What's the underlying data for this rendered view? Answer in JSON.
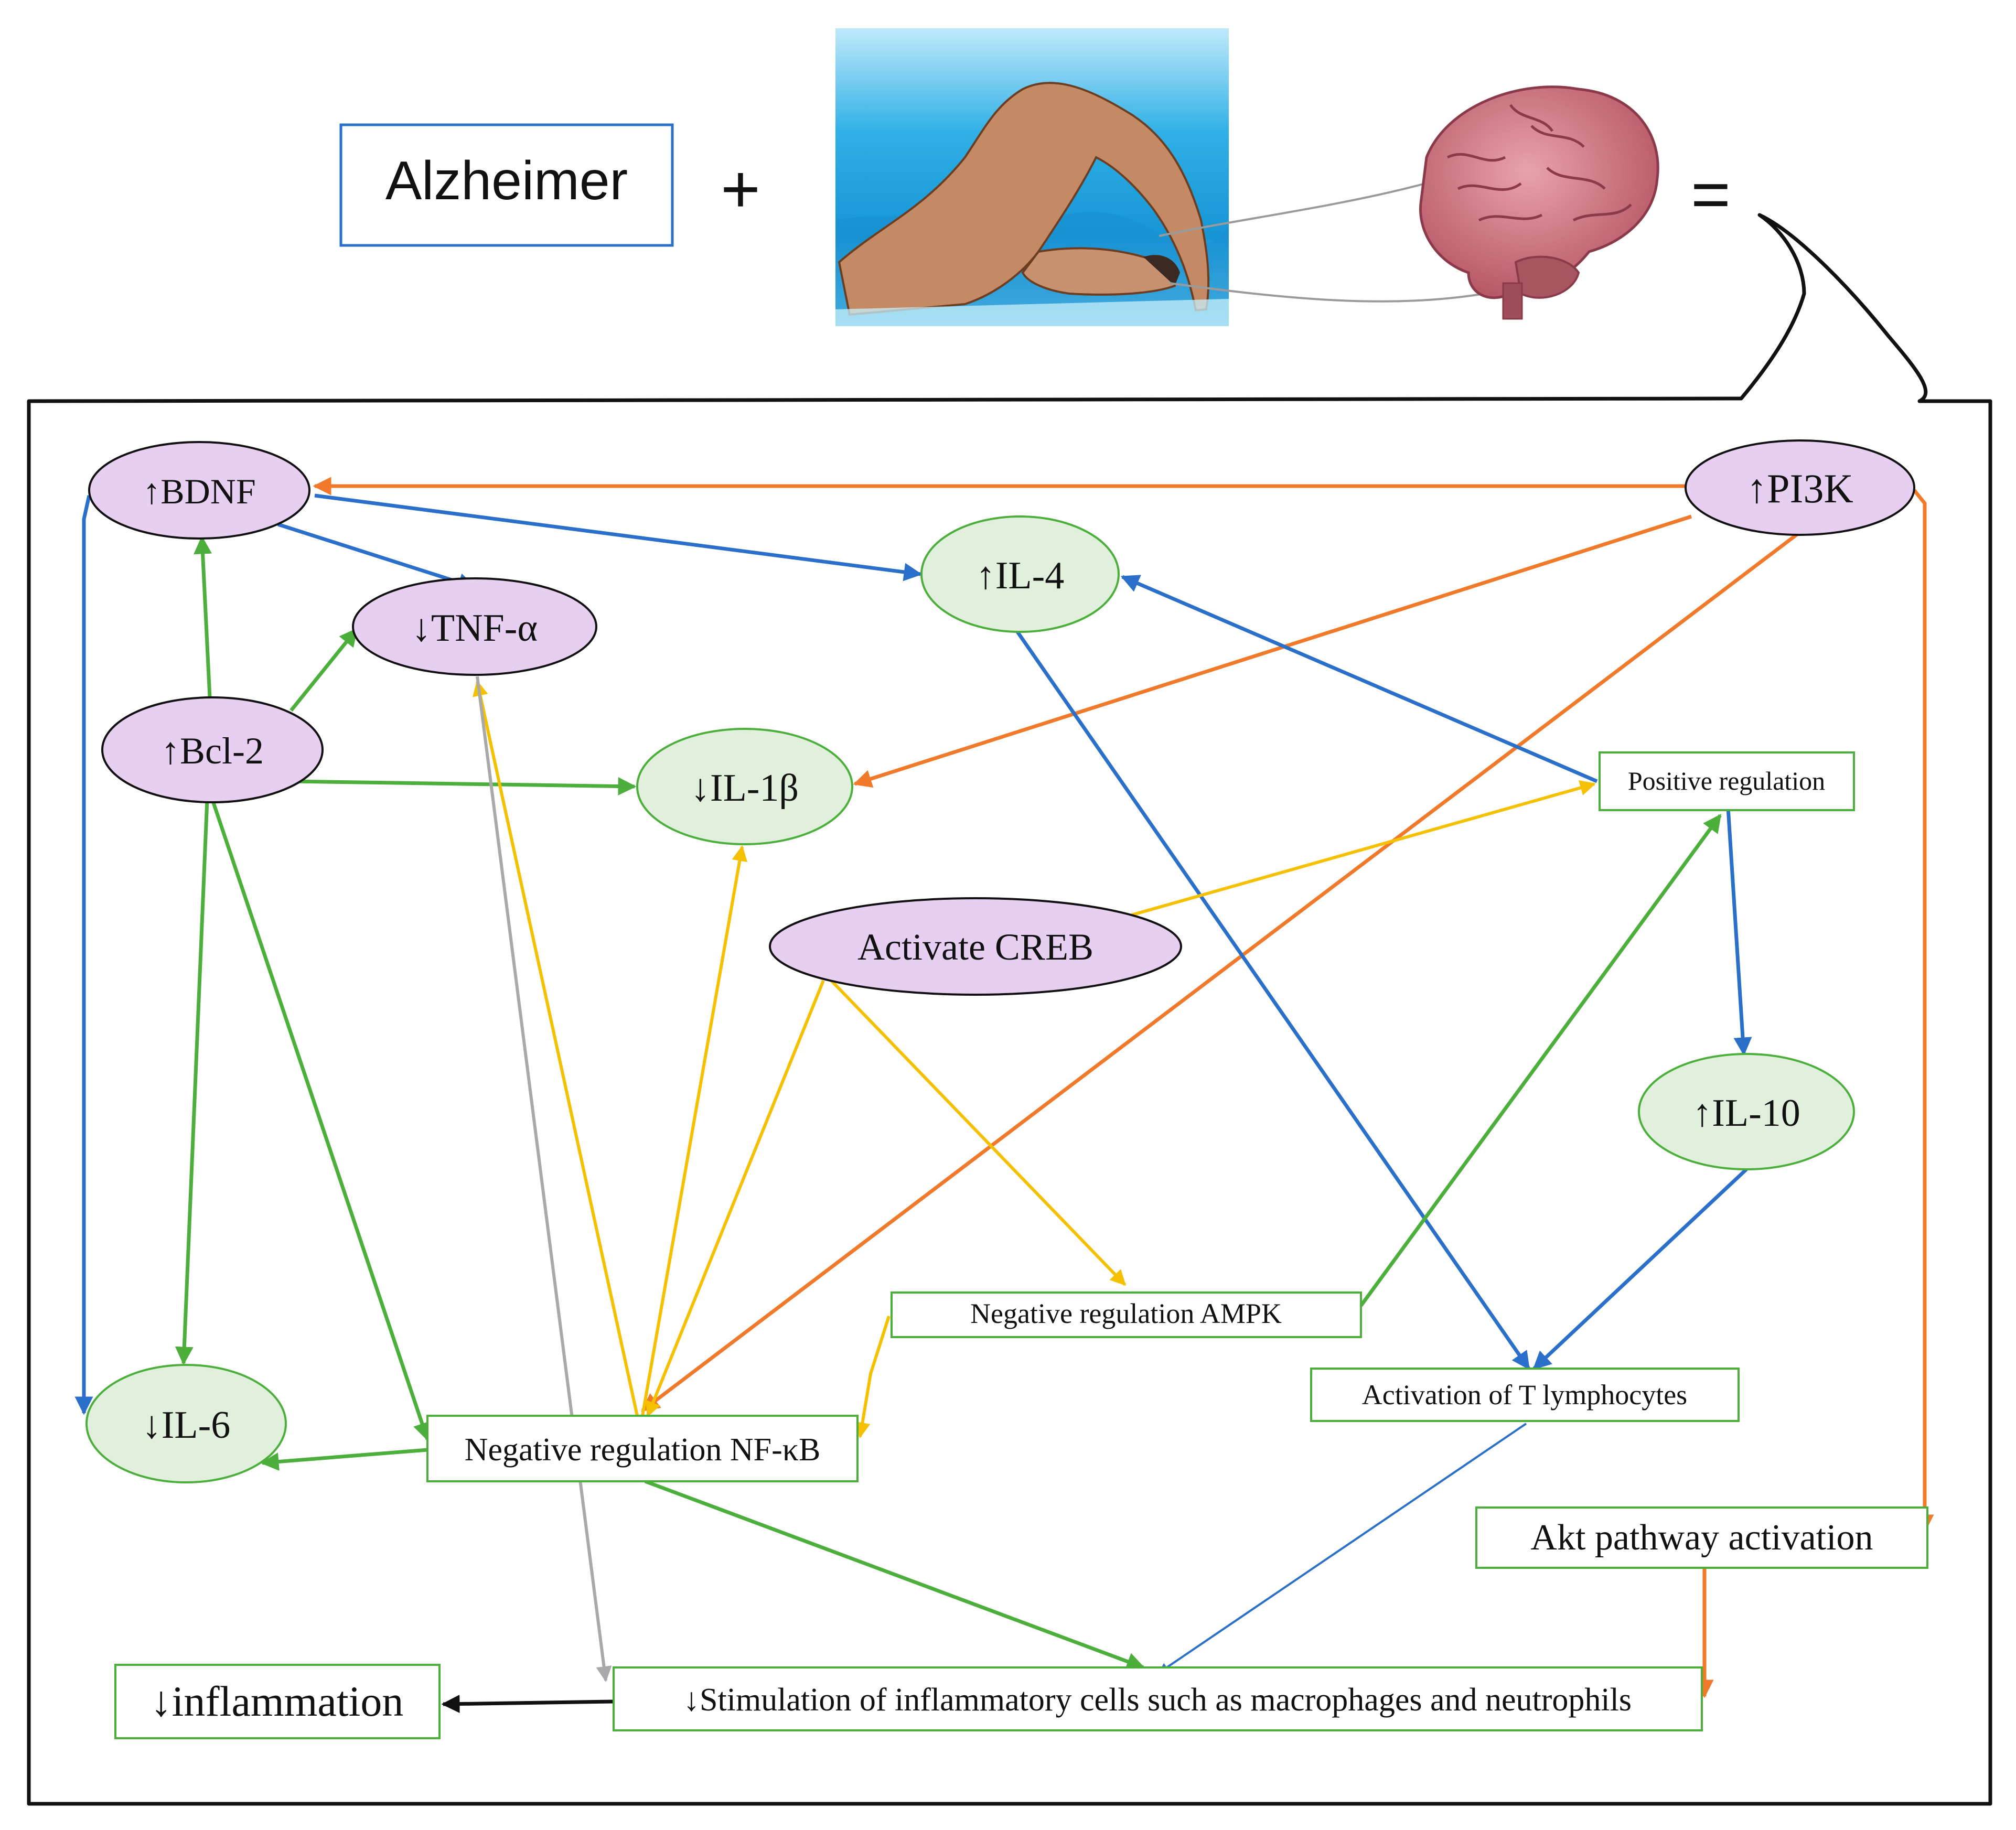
{
  "header": {
    "left_box": "Alzheimer",
    "plus_sign": "+",
    "equals_sign": "="
  },
  "nodes": {
    "bdnf": "↑BDNF",
    "pi3k": "↑PI3K",
    "il4": "↑IL-4",
    "tnf": "↓TNF-α",
    "bcl2": "↑Bcl-2",
    "il1b": "↓IL-1β",
    "positive_regulation": "Positive regulation",
    "creb": "Activate CREB",
    "il10": "↑IL-10",
    "ampk": "Negative regulation AMPK",
    "il6": "↓IL-6",
    "nfkb": "Negative regulation NF-κB",
    "t_lymph": "Activation of T lymphocytes",
    "akt": "Akt pathway activation",
    "inflammation": "↓inflammation",
    "stimulation": "↓Stimulation of inflammatory cells such as macrophages and neutrophils"
  },
  "colors": {
    "purple_fill": "#e6cff0",
    "green_fill": "#e1f0dc",
    "green": "#4caf3c",
    "blue": "#2a6fc9",
    "orange": "#f07a2a",
    "yellow": "#f5c000",
    "gray": "#a9a9a9",
    "black": "#111111",
    "box_blue": "#2a6fc9"
  }
}
